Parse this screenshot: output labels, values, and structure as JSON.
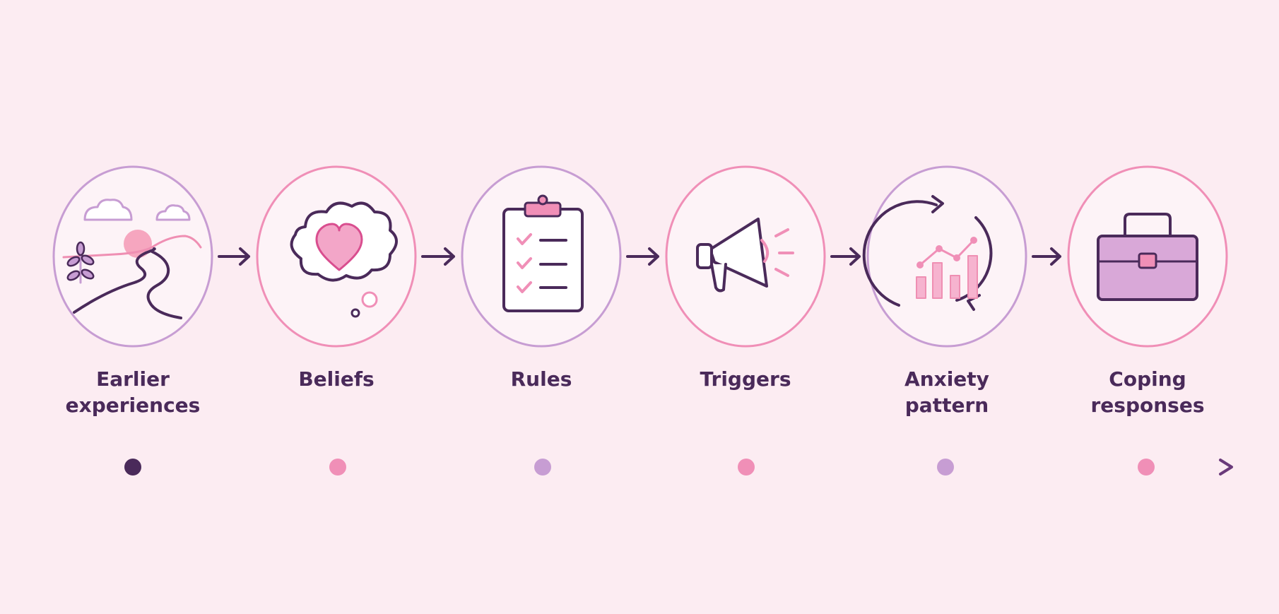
{
  "colors": {
    "background": "#fcecf2",
    "ink": "#4a2a5a",
    "pink": "#f08fb7",
    "pink_fill": "#f3a6c8",
    "lavender": "#c79dd3",
    "lavender_fill": "#d9a8d8"
  },
  "steps": [
    {
      "lines": [
        "Earlier",
        "experiences"
      ],
      "icon": "landscape-path-icon",
      "ring": "lavender",
      "dot": "ink"
    },
    {
      "lines": [
        "Beliefs"
      ],
      "icon": "thought-cloud-heart-icon",
      "ring": "pink",
      "dot": "pink"
    },
    {
      "lines": [
        "Rules"
      ],
      "icon": "clipboard-checklist-icon",
      "ring": "lavender",
      "dot": "lavender"
    },
    {
      "lines": [
        "Triggers"
      ],
      "icon": "megaphone-icon",
      "ring": "pink",
      "dot": "pink"
    },
    {
      "lines": [
        "Anxiety",
        "pattern"
      ],
      "icon": "cycle-chart-icon",
      "ring": "lavender",
      "dot": "lavender"
    },
    {
      "lines": [
        "Coping",
        "responses"
      ],
      "icon": "toolbox-icon",
      "ring": "pink",
      "dot": "pink"
    }
  ]
}
